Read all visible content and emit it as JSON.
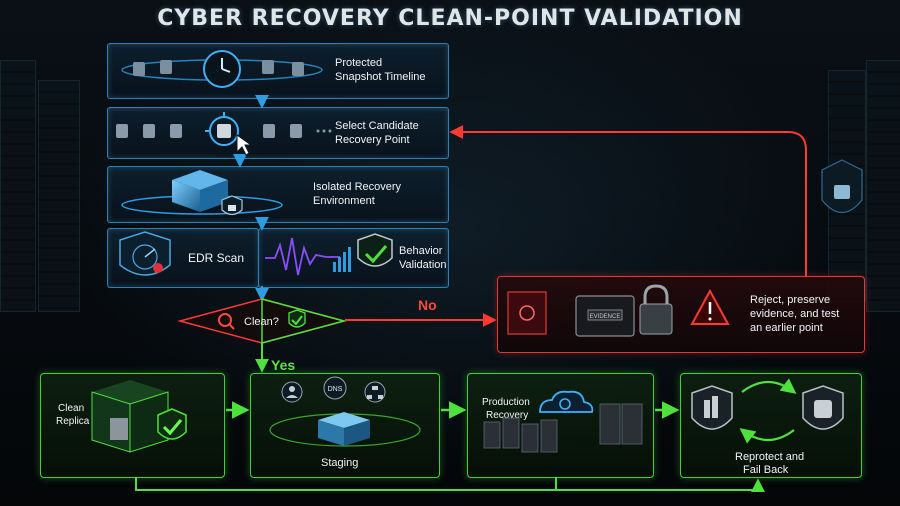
{
  "title": "CYBER RECOVERY CLEAN-POINT VALIDATION",
  "steps": [
    {
      "label_1": "Protected",
      "label_2": "Snapshot Timeline"
    },
    {
      "label_1": "Select Candidate",
      "label_2": "Recovery Point"
    },
    {
      "label_1": "Isolated Recovery",
      "label_2": "Environment"
    },
    {
      "edr_label": "EDR Scan",
      "behavior_1": "Behavior",
      "behavior_2": "Validation"
    }
  ],
  "decision": {
    "label": "Clean?",
    "yes": "Yes",
    "no": "No"
  },
  "reject": {
    "line_1": "Reject, preserve",
    "line_2": "evidence, and test",
    "line_3": "an earlier point",
    "evidence_tag": "EVIDENCE"
  },
  "recovery": [
    {
      "line_1": "Clean",
      "line_2": "Replica"
    },
    {
      "line_1": "Staging",
      "dns_tag": "DNS"
    },
    {
      "line_1": "Production",
      "line_2": "Recovery"
    },
    {
      "line_1": "Reprotect and",
      "line_2": "Fail Back"
    }
  ],
  "colors": {
    "flow_blue": "#2f9be0",
    "clean_green": "#3fd13a",
    "reject_red": "#e03a35"
  },
  "icons": [
    "clock-icon",
    "cursor-icon",
    "server-cube-icon",
    "lock-icon",
    "radar-icon",
    "bug-icon",
    "waveform-icon",
    "shield-check-icon",
    "magnifier-icon",
    "biohazard-icon",
    "evidence-case-icon",
    "padlock-icon",
    "warning-icon",
    "cloud-power-icon",
    "user-icon",
    "network-icon",
    "sync-arrows-icon"
  ]
}
